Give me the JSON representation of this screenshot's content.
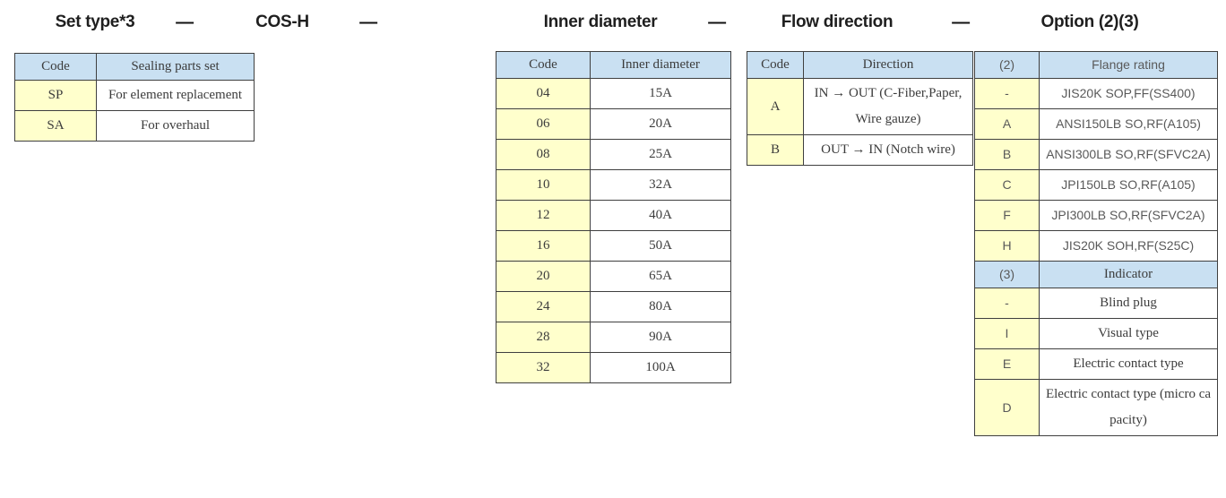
{
  "colors": {
    "header_blue": "#c9e0f2",
    "code_yellow": "#ffffcc",
    "border": "#3f3f3f",
    "serif_text": "#3c3c3c",
    "sans_text": "#595959"
  },
  "code_line": {
    "separator": "—",
    "segments": [
      "Set type*3",
      "COS-H",
      "Inner diameter",
      "Flow direction",
      "Option (2)(3)"
    ]
  },
  "tables": {
    "set_type": {
      "columns": [
        "Code",
        "Sealing parts set"
      ],
      "rows": [
        [
          "SP",
          "For element replacement"
        ],
        [
          "SA",
          "For overhaul"
        ]
      ]
    },
    "inner_diameter": {
      "columns": [
        "Code",
        "Inner diameter"
      ],
      "rows": [
        [
          "04",
          "15A"
        ],
        [
          "06",
          "20A"
        ],
        [
          "08",
          "25A"
        ],
        [
          "10",
          "32A"
        ],
        [
          "12",
          "40A"
        ],
        [
          "16",
          "50A"
        ],
        [
          "20",
          "65A"
        ],
        [
          "24",
          "80A"
        ],
        [
          "28",
          "90A"
        ],
        [
          "32",
          "100A"
        ]
      ]
    },
    "flow_direction": {
      "columns": [
        "Code",
        "Direction"
      ],
      "rows": [
        [
          "A",
          "IN → OUT (C-Fiber,Paper, Wire gauze)"
        ],
        [
          "B",
          "OUT → IN (Notch wire)"
        ]
      ]
    },
    "option": {
      "sections": [
        {
          "columns": [
            "(2)",
            "Flange rating"
          ],
          "rows": [
            [
              "-",
              "JIS20K SOP,FF(SS400)"
            ],
            [
              "A",
              "ANSI150LB SO,RF(A105)"
            ],
            [
              "B",
              "ANSI300LB SO,RF(SFVC2A)"
            ],
            [
              "C",
              "JPI150LB SO,RF(A105)"
            ],
            [
              "F",
              "JPI300LB SO,RF(SFVC2A)"
            ],
            [
              "H",
              "JIS20K SOH,RF(S25C)"
            ]
          ]
        },
        {
          "columns": [
            "(3)",
            "Indicator"
          ],
          "rows": [
            [
              "-",
              "Blind plug"
            ],
            [
              "I",
              "Visual type"
            ],
            [
              "E",
              "Electric contact type"
            ],
            [
              "D",
              "Electric contact type (micro capacity)"
            ]
          ]
        }
      ]
    }
  }
}
